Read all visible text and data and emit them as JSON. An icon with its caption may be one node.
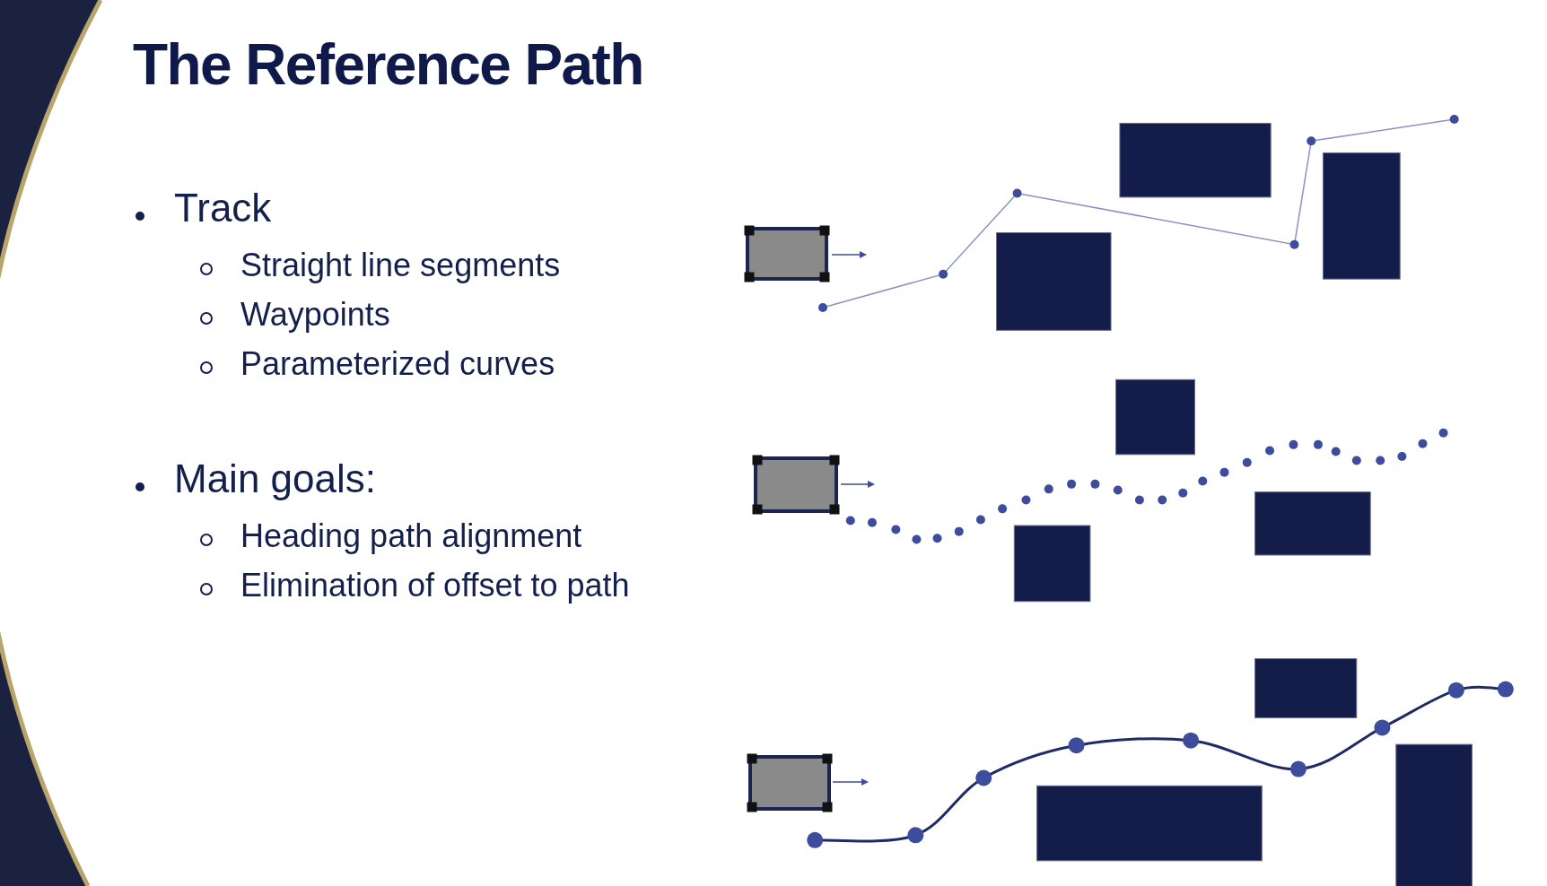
{
  "diagram": {
    "title": "The Reference Path",
    "labels": [
      "Track",
      "Straight line segments",
      "Waypoints",
      "Parameterized curves",
      "Main goals:",
      "Heading path alignment",
      "Elimination of offset to path"
    ]
  }
}
